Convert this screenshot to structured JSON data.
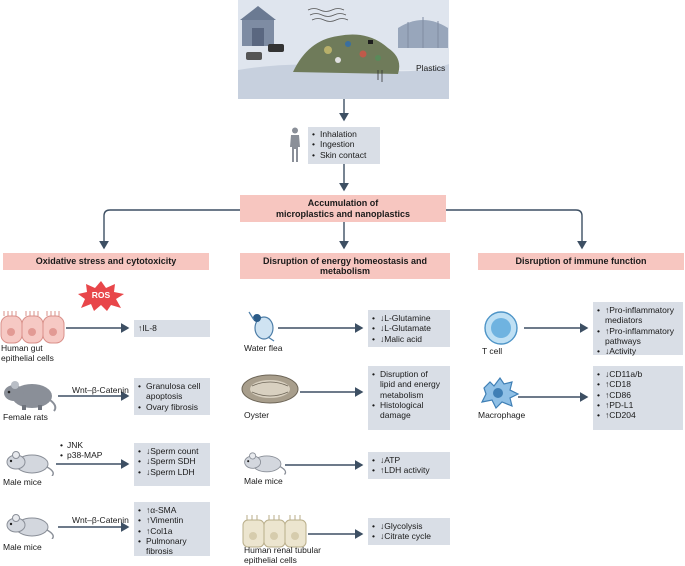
{
  "scene": {
    "plastics_label": "Plastics"
  },
  "exposure": {
    "routes": [
      "Inhalation",
      "Ingestion",
      "Skin contact"
    ]
  },
  "accumulation": {
    "line1": "Accumulation of",
    "line2": "microplastics and nanoplastics"
  },
  "columns": {
    "oxidative": {
      "title": "Oxidative stress and cytotoxicity",
      "ros_label": "ROS",
      "rows": [
        {
          "subject": [
            "Human gut",
            "epithelial cells"
          ],
          "pathway": [],
          "effects": [
            "↑IL-8"
          ]
        },
        {
          "subject": [
            "Female rats"
          ],
          "pathway": [
            "Wnt–β-Catenin"
          ],
          "effects": [
            "Granulosa cell apoptosis",
            "Ovary fibrosis"
          ]
        },
        {
          "subject": [
            "Male mice"
          ],
          "pathway": [
            "JNK",
            "p38-MAP"
          ],
          "effects": [
            "↓Sperm count",
            "↓Sperm SDH",
            "↓Sperm LDH"
          ]
        },
        {
          "subject": [
            "Male mice"
          ],
          "pathway": [
            "Wnt–β-Catenin"
          ],
          "effects": [
            "↑α-SMA",
            "↑Vimentin",
            "↑Col1a",
            "Pulmonary fibrosis"
          ]
        }
      ]
    },
    "energy": {
      "title_line1": "Disruption of energy homeostasis and",
      "title_line2": "metabolism",
      "rows": [
        {
          "subject": [
            "Water flea"
          ],
          "effects": [
            "↓L-Glutamine",
            "↓L-Glutamate",
            "↓Malic acid"
          ]
        },
        {
          "subject": [
            "Oyster"
          ],
          "effects": [
            "Disruption of lipid and energy metabolism",
            "Histological damage"
          ]
        },
        {
          "subject": [
            "Male mice"
          ],
          "effects": [
            "↓ATP",
            "↑LDH activity"
          ]
        },
        {
          "subject": [
            "Human renal tubular",
            "epithelial cells"
          ],
          "effects": [
            "↓Glycolysis",
            "↓Citrate cycle"
          ]
        }
      ]
    },
    "immune": {
      "title": "Disruption of immune function",
      "rows": [
        {
          "subject": [
            "T cell"
          ],
          "effects": [
            "↑Pro-inflammatory mediators",
            "↑Pro-inflammatory pathways",
            "↓Activity"
          ]
        },
        {
          "subject": [
            "Macrophage"
          ],
          "effects": [
            "↓CD11a/b",
            "↑CD18",
            "↑CD86",
            "↑PD-L1",
            "↑CD204"
          ]
        }
      ]
    }
  },
  "colors": {
    "header_fill": "#f7c6c0",
    "box_fill": "#d9dee6",
    "line": "#3d4f63",
    "ros": "#e8464a"
  }
}
